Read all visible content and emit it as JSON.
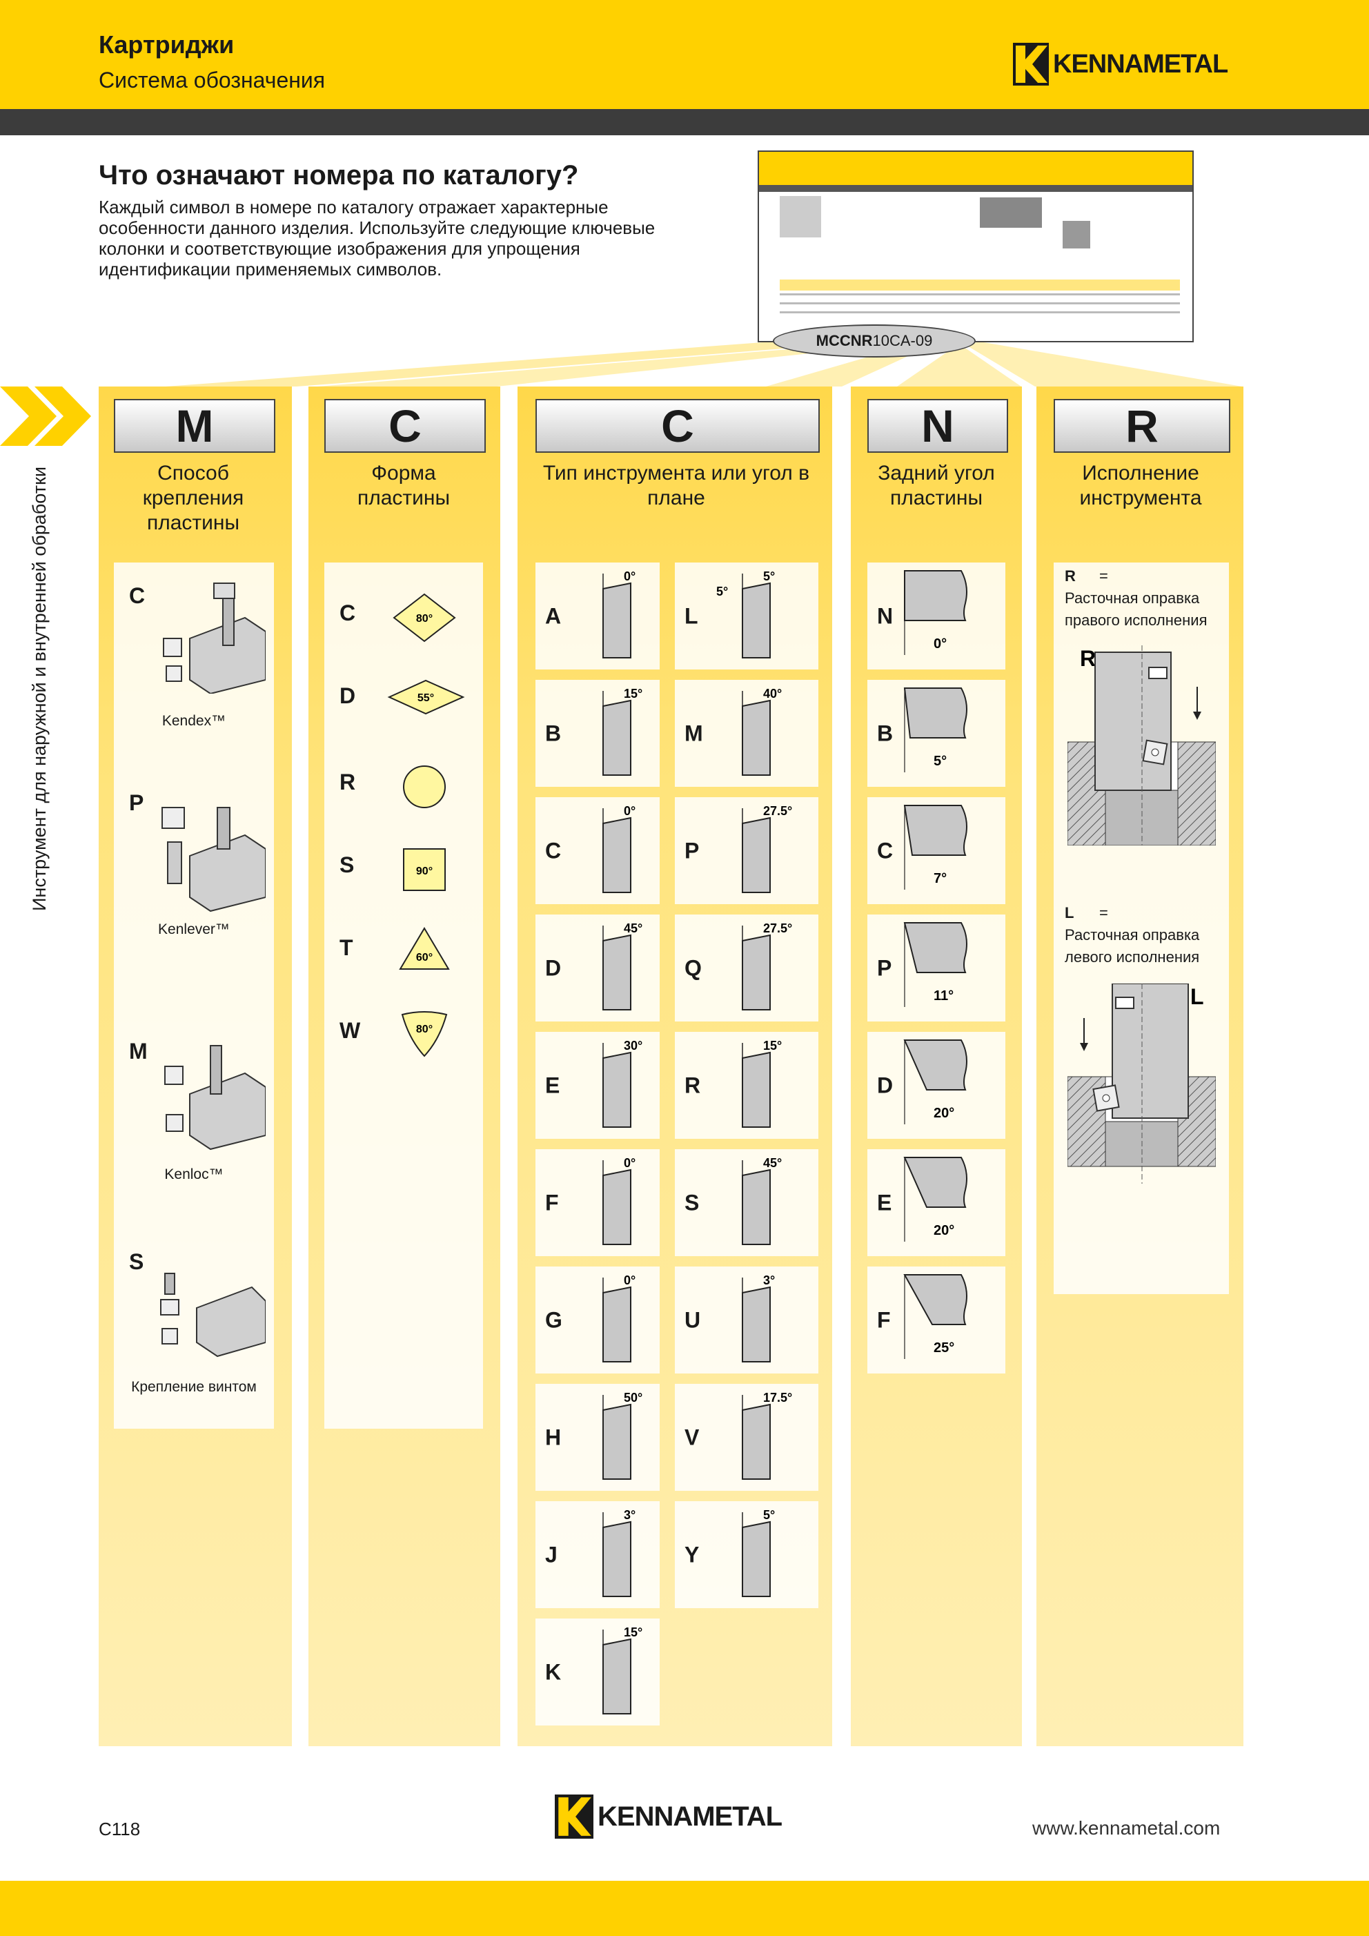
{
  "header": {
    "title": "Картриджи",
    "subtitle": "Система обозначения",
    "logo_text": "KENNAMETAL"
  },
  "intro": {
    "heading": "Что означают номера по каталогу?",
    "body": "Каждый символ в номере по каталогу отражает характерные особенности данного изделия. Используйте следующие ключевые колонки и соответствующие изображения для упрощения идентификации применяемых символов."
  },
  "code": {
    "bold": "MCCNR",
    "rest": "10CA-09"
  },
  "side_label": "Инструмент для наружной и внутренней обработки",
  "columns": {
    "clamping": {
      "letter": "M",
      "caption": "Способ крепления пластины",
      "items": [
        {
          "code": "C",
          "name": "Kendex™"
        },
        {
          "code": "P",
          "name": "Kenlever™"
        },
        {
          "code": "M",
          "name": "Kenloc™"
        },
        {
          "code": "S",
          "name": "Крепление винтом"
        }
      ]
    },
    "shape": {
      "letter": "C",
      "caption": "Форма пластины",
      "items": [
        {
          "code": "C",
          "angle": "80°"
        },
        {
          "code": "D",
          "angle": "55°"
        },
        {
          "code": "R",
          "angle": ""
        },
        {
          "code": "S",
          "angle": "90°"
        },
        {
          "code": "T",
          "angle": "60°"
        },
        {
          "code": "W",
          "angle": "80°"
        }
      ]
    },
    "tooltype": {
      "letter": "C",
      "caption": "Тип инструмента или угол в плане",
      "left": [
        {
          "code": "A",
          "angle": "0°"
        },
        {
          "code": "B",
          "angle": "15°"
        },
        {
          "code": "C",
          "angle": "0°"
        },
        {
          "code": "D",
          "angle": "45°"
        },
        {
          "code": "E",
          "angle": "30°"
        },
        {
          "code": "F",
          "angle": "0°"
        },
        {
          "code": "G",
          "angle": "0°"
        },
        {
          "code": "H",
          "angle": "50°"
        },
        {
          "code": "J",
          "angle": "3°"
        },
        {
          "code": "K",
          "angle": "15°"
        }
      ],
      "right": [
        {
          "code": "L",
          "angle": "5°",
          "angle2": "5°"
        },
        {
          "code": "M",
          "angle": "40°"
        },
        {
          "code": "P",
          "angle": "27.5°"
        },
        {
          "code": "Q",
          "angle": "27.5°"
        },
        {
          "code": "R",
          "angle": "15°"
        },
        {
          "code": "S",
          "angle": "45°"
        },
        {
          "code": "U",
          "angle": "3°"
        },
        {
          "code": "V",
          "angle": "17.5°"
        },
        {
          "code": "Y",
          "angle": "5°"
        }
      ]
    },
    "clearance": {
      "letter": "N",
      "caption": "Задний угол пластины",
      "items": [
        {
          "code": "N",
          "angle": "0°"
        },
        {
          "code": "B",
          "angle": "5°"
        },
        {
          "code": "C",
          "angle": "7°"
        },
        {
          "code": "P",
          "angle": "11°"
        },
        {
          "code": "D",
          "angle": "20°"
        },
        {
          "code": "E",
          "angle": "20°"
        },
        {
          "code": "F",
          "angle": "25°"
        }
      ]
    },
    "hand": {
      "letter": "R",
      "caption": "Исполнение инструмента",
      "right": {
        "code": "R",
        "eq": "=",
        "line1": "Расточная оправка",
        "line2": "правого исполнения"
      },
      "left": {
        "code": "L",
        "eq": "=",
        "line1": "Расточная оправка",
        "line2": "левого исполнения"
      }
    }
  },
  "footer": {
    "page": "C118",
    "url": "www.kennametal.com",
    "logo_text": "KENNAMETAL"
  }
}
